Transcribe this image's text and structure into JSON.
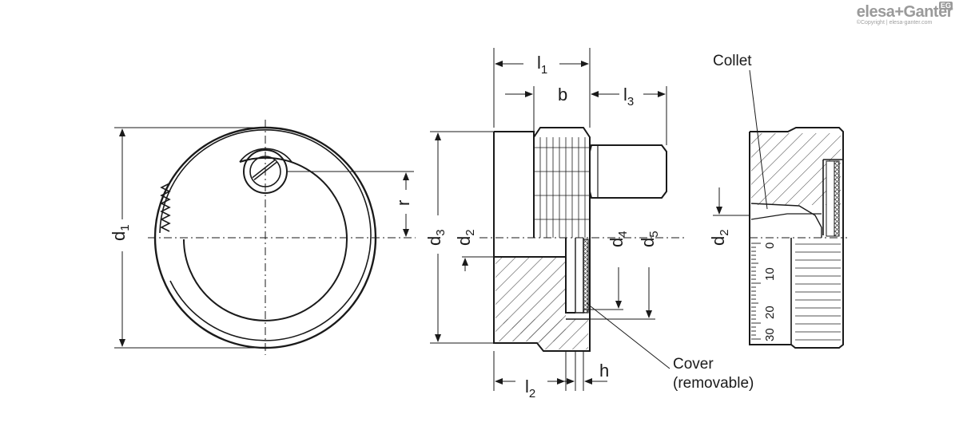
{
  "brand": {
    "name_a": "elesa",
    "plus": "+",
    "name_b": "Ganter",
    "badge": "EG",
    "copyright": "©Copyright | elesa-ganter.com"
  },
  "labels": {
    "d": "d",
    "l": "l",
    "b": "b",
    "h": "h",
    "r": "r",
    "sub1": "1",
    "sub2": "2",
    "sub3": "3",
    "sub4": "4",
    "sub5": "5",
    "collet": "Collet",
    "cover_line1": "Cover",
    "cover_line2": "(removable)"
  },
  "scale": {
    "ticks": [
      "0",
      "10",
      "20",
      "30"
    ]
  },
  "colors": {
    "line": "#1a1a1a",
    "brand": "#9a9a9a"
  }
}
